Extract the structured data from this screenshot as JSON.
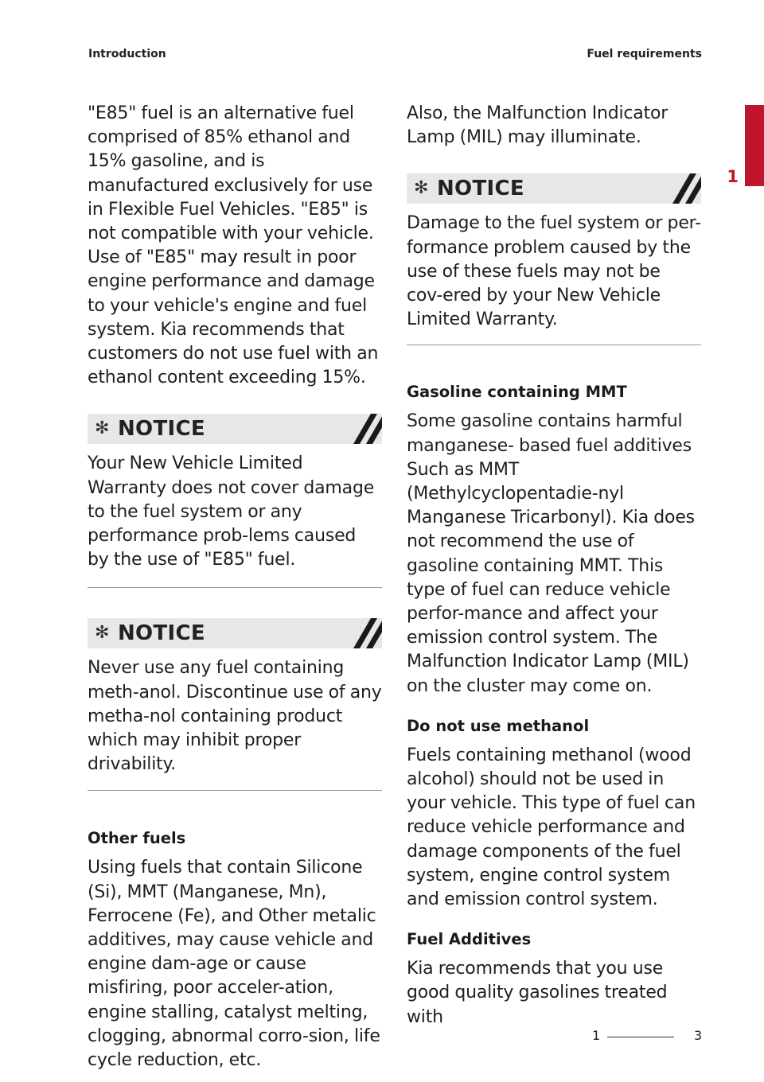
{
  "header": {
    "left": "Introduction",
    "right": "Fuel requirements"
  },
  "chapter_tab": {
    "number": "1",
    "color": "#c0162c"
  },
  "left_column": {
    "intro": "\"E85\" fuel is an alternative fuel comprised of 85% ethanol and 15% gasoline, and is manufactured exclusively for use in Flexible Fuel Vehicles. \"E85\" is not compatible with your vehicle. Use of \"E85\" may result in poor engine performance and damage to your vehicle's engine and fuel system. Kia recommends that customers do not use fuel with an ethanol content exceeding 15%.",
    "notice1": {
      "title": "NOTICE",
      "text": "Your New Vehicle Limited Warranty does not cover damage to the fuel system or any performance prob-lems caused by the use of \"E85\" fuel."
    },
    "notice2": {
      "title": "NOTICE",
      "text": "Never use any fuel containing meth-anol. Discontinue use of any metha-nol containing product which may inhibit proper drivability."
    },
    "other_fuels": {
      "heading": "Other fuels",
      "text": "Using fuels that contain Silicone (Si), MMT (Manganese, Mn), Ferrocene (Fe), and Other metalic additives, may cause vehicle and engine dam-age or cause misfiring, poor acceler-ation, engine stalling, catalyst melting, clogging, abnormal corro-sion, life cycle reduction, etc."
    }
  },
  "right_column": {
    "continued": "Also, the Malfunction Indicator Lamp (MIL) may illuminate.",
    "notice3": {
      "title": "NOTICE",
      "text": "Damage to the fuel system or per-formance problem caused by the use of these fuels may not be cov-ered by your New Vehicle Limited Warranty."
    },
    "mmt": {
      "heading": "Gasoline containing MMT",
      "text": "Some gasoline contains harmful manganese- based fuel additives Such as MMT (Methylcyclopentadie-nyl Manganese Tricarbonyl). Kia does not recommend the use of gasoline containing MMT. This type of fuel can reduce vehicle perfor-mance and affect your emission control system. The Malfunction Indicator Lamp (MIL) on the cluster may come on."
    },
    "methanol": {
      "heading": "Do not use methanol",
      "text": "Fuels containing methanol (wood alcohol) should not be used in your vehicle. This type of fuel can reduce vehicle performance and damage components of the fuel system, engine control system and emission control system."
    },
    "additives": {
      "heading": "Fuel Additives",
      "text": "Kia recommends that you use good quality gasolines treated with"
    }
  },
  "footer": {
    "chapter": "1",
    "page": "3"
  },
  "icons": {
    "notice_star": "✻"
  }
}
